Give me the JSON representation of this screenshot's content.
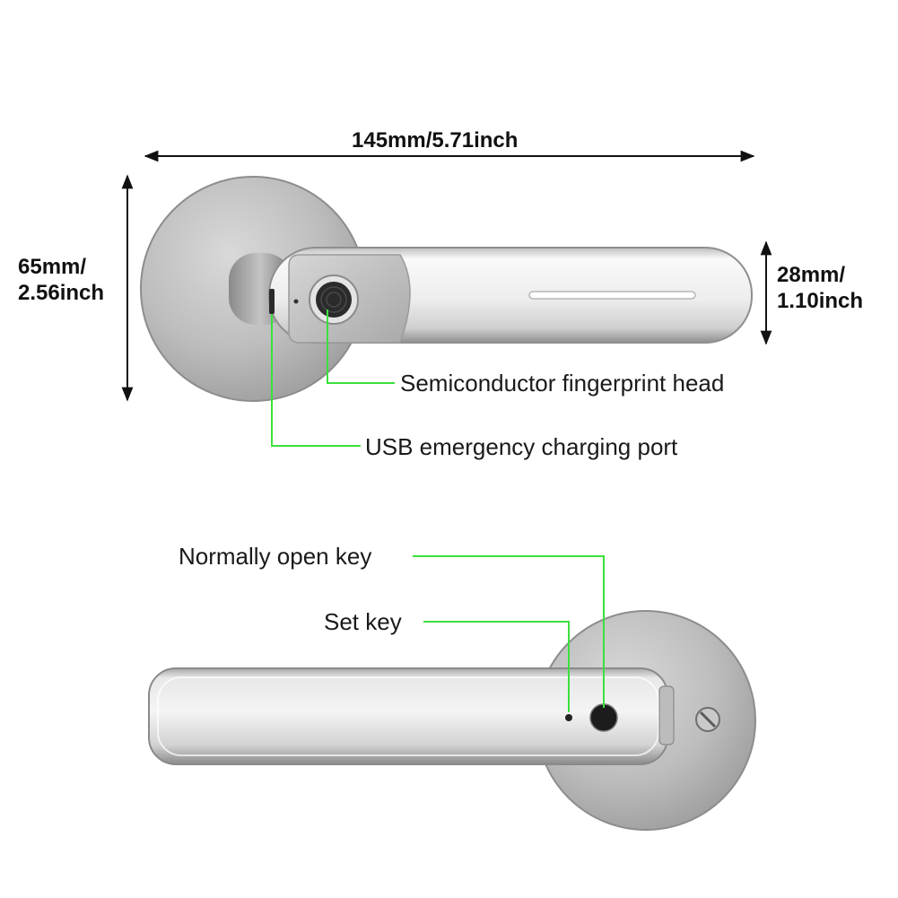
{
  "dimensions": {
    "length": "145mm/5.71inch",
    "height_line1": "65mm/",
    "height_line2": "2.56inch",
    "handle_line1": "28mm/",
    "handle_line2": "1.10inch"
  },
  "callouts": {
    "fingerprint": "Semiconductor fingerprint head",
    "usb": "USB emergency charging port",
    "normally_open": "Normally open key",
    "set_key": "Set key"
  },
  "colors": {
    "callout_line": "#3ce03c",
    "dimension_line": "#111111",
    "metal_light": "#f2f2f2",
    "metal_dark": "#9a9a9a"
  },
  "icons": {
    "fingerprint_sensor": "fingerprint-sensor-icon",
    "usb_port": "usb-port-icon",
    "keyhole": "keyhole-icon",
    "screw": "screw-icon"
  }
}
